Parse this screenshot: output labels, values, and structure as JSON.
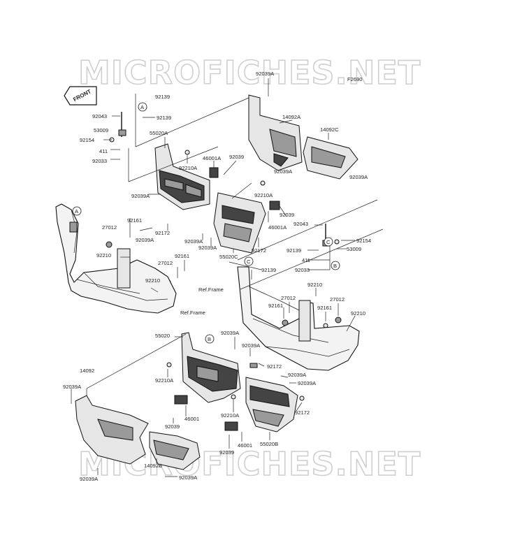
{
  "watermark": {
    "text": "MICROFICHES.NET"
  },
  "header": {
    "code": "F2690",
    "front_label": "FRONT"
  },
  "refs": {
    "a": "A",
    "b": "B",
    "c": "C"
  },
  "labels": {
    "p92039a_top": "92039A",
    "p14092a": "14092A",
    "p14092c": "14092C",
    "p92039a_r1": "92039A",
    "p92039a_r2": "92039A",
    "p92139_1": "92139",
    "p92043_1": "92043",
    "p92139_2": "92139",
    "p53009_1": "53009",
    "p92154_1": "92154",
    "p411_1": "411",
    "p92033_1": "92033",
    "p55020a": "55020A",
    "p92210a_1": "92210A",
    "p46001a_1": "46001A",
    "p92039_1": "92039",
    "p92039a_3": "92039A",
    "p92210a_2": "92210A",
    "p92039_2": "92039",
    "p46001a_2": "46001A",
    "p92161_1": "92161",
    "p27012_1": "27012",
    "p92039a_4": "92039A",
    "p92172_1": "92172",
    "p92039a_5": "92039A",
    "p92039a_6": "92039A",
    "p92172_2": "92172",
    "p55020c": "55020C",
    "p92210_1": "92210",
    "p27012_2": "27012",
    "p92161_2": "92161",
    "p92210_2": "92210",
    "p92139_3": "92139",
    "p92043_2": "92043",
    "p92154_2": "92154",
    "p53009_2": "53009",
    "p92139_4": "92139",
    "p411_2": "411",
    "p92033_2": "92033",
    "p92210_3": "92210",
    "p27012_3": "27012",
    "p92161_3": "92161",
    "p92161_4": "92161",
    "p27012_4": "27012",
    "p92210_4": "92210",
    "ref_frame_1": "Ref.Frame",
    "ref_frame_2": "Ref.Frame",
    "p55020": "55020",
    "p92039a_7": "92039A",
    "p92039a_8": "92039A",
    "p92172_3": "92172",
    "p14092": "14092",
    "p92039a_9": "92039A",
    "p92039a_10": "92039A",
    "p92039a_11": "92039A",
    "p92210a_3": "92210A",
    "p92172_4": "92172",
    "p46001_1": "46001",
    "p92039_3": "92039",
    "p92210a_4": "92210A",
    "p46001_2": "46001",
    "p55020b": "55020B",
    "p92039_4": "92039",
    "p14092b": "14092B",
    "p92039a_12": "92039A",
    "p92039a_13": "92039A"
  }
}
